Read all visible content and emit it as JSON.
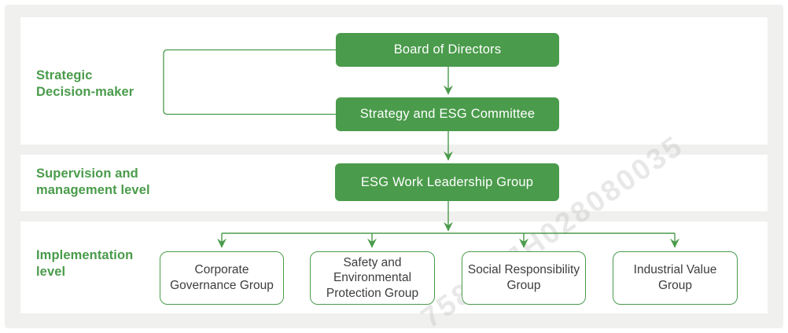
{
  "theme": {
    "green": "#4a9b4b",
    "panel_bg": "#f0f0ee",
    "band_bg": "#ffffff",
    "node_text": "#ffffff",
    "group_text": "#3d3d3d",
    "watermark": "#b9b9b9"
  },
  "org": {
    "levels": [
      {
        "label": "Strategic\nDecision-maker"
      },
      {
        "label": "Supervision and\nmanagement level"
      },
      {
        "label": "Implementation\nlevel"
      }
    ],
    "nodes": {
      "board": "Board of Directors",
      "committee": "Strategy and ESG Committee",
      "leadership": "ESG Work Leadership Group"
    },
    "groups": [
      {
        "name": "Corporate Governance Group"
      },
      {
        "name": "Safety and Environmental Protection Group"
      },
      {
        "name": "Social Responsibility Group"
      },
      {
        "name": "Industrial Value Group"
      }
    ]
  },
  "watermark_text": "7580 9JH028080035"
}
